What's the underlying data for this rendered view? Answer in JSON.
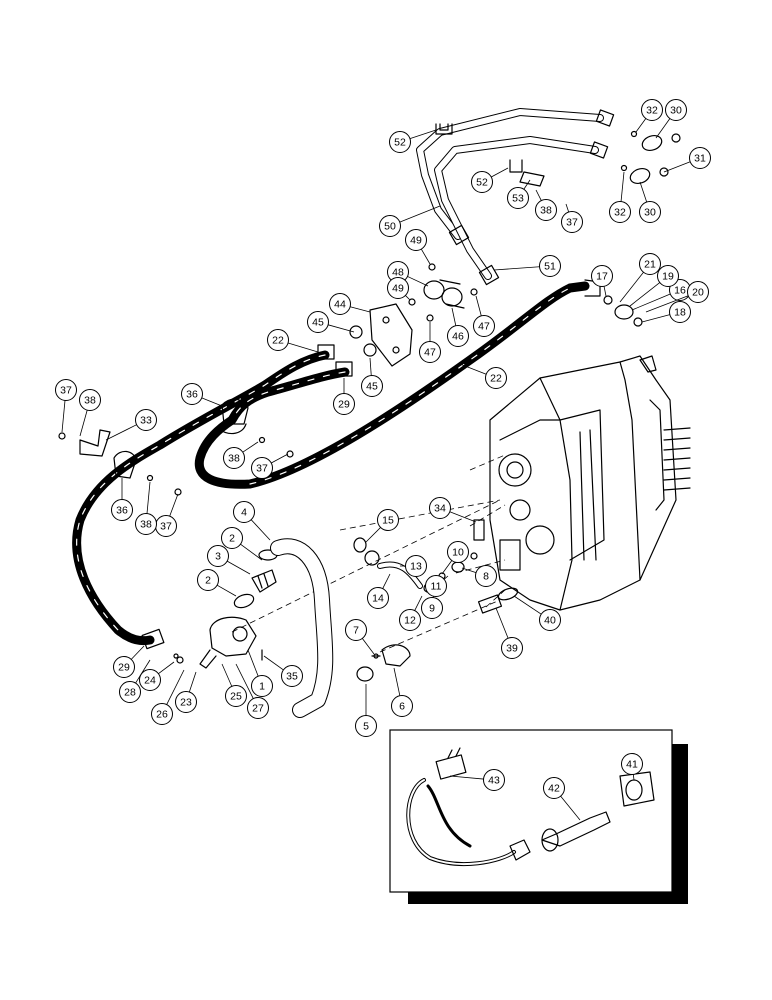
{
  "callouts": [
    {
      "id": "c-1",
      "label": "1"
    },
    {
      "id": "c-2a",
      "label": "2"
    },
    {
      "id": "c-2b",
      "label": "2"
    },
    {
      "id": "c-3",
      "label": "3"
    },
    {
      "id": "c-4",
      "label": "4"
    },
    {
      "id": "c-5",
      "label": "5"
    },
    {
      "id": "c-6",
      "label": "6"
    },
    {
      "id": "c-7",
      "label": "7"
    },
    {
      "id": "c-8",
      "label": "8"
    },
    {
      "id": "c-9",
      "label": "9"
    },
    {
      "id": "c-10",
      "label": "10"
    },
    {
      "id": "c-11",
      "label": "11"
    },
    {
      "id": "c-12",
      "label": "12"
    },
    {
      "id": "c-13",
      "label": "13"
    },
    {
      "id": "c-14",
      "label": "14"
    },
    {
      "id": "c-15",
      "label": "15"
    },
    {
      "id": "c-16",
      "label": "16"
    },
    {
      "id": "c-17",
      "label": "17"
    },
    {
      "id": "c-18",
      "label": "18"
    },
    {
      "id": "c-19",
      "label": "19"
    },
    {
      "id": "c-20",
      "label": "20"
    },
    {
      "id": "c-21",
      "label": "21"
    },
    {
      "id": "c-22a",
      "label": "22"
    },
    {
      "id": "c-22b",
      "label": "22"
    },
    {
      "id": "c-23",
      "label": "23"
    },
    {
      "id": "c-24",
      "label": "24"
    },
    {
      "id": "c-25",
      "label": "25"
    },
    {
      "id": "c-26",
      "label": "26"
    },
    {
      "id": "c-27",
      "label": "27"
    },
    {
      "id": "c-28",
      "label": "28"
    },
    {
      "id": "c-29a",
      "label": "29"
    },
    {
      "id": "c-29b",
      "label": "29"
    },
    {
      "id": "c-30a",
      "label": "30"
    },
    {
      "id": "c-30b",
      "label": "30"
    },
    {
      "id": "c-31",
      "label": "31"
    },
    {
      "id": "c-32a",
      "label": "32"
    },
    {
      "id": "c-32b",
      "label": "32"
    },
    {
      "id": "c-33",
      "label": "33"
    },
    {
      "id": "c-34",
      "label": "34"
    },
    {
      "id": "c-35",
      "label": "35"
    },
    {
      "id": "c-36a",
      "label": "36"
    },
    {
      "id": "c-36b",
      "label": "36"
    },
    {
      "id": "c-37a",
      "label": "37"
    },
    {
      "id": "c-37b",
      "label": "37"
    },
    {
      "id": "c-37c",
      "label": "37"
    },
    {
      "id": "c-37d",
      "label": "37"
    },
    {
      "id": "c-38a",
      "label": "38"
    },
    {
      "id": "c-38b",
      "label": "38"
    },
    {
      "id": "c-38c",
      "label": "38"
    },
    {
      "id": "c-38d",
      "label": "38"
    },
    {
      "id": "c-39",
      "label": "39"
    },
    {
      "id": "c-40",
      "label": "40"
    },
    {
      "id": "c-41",
      "label": "41"
    },
    {
      "id": "c-42",
      "label": "42"
    },
    {
      "id": "c-43",
      "label": "43"
    },
    {
      "id": "c-44",
      "label": "44"
    },
    {
      "id": "c-45a",
      "label": "45"
    },
    {
      "id": "c-45b",
      "label": "45"
    },
    {
      "id": "c-46",
      "label": "46"
    },
    {
      "id": "c-47a",
      "label": "47"
    },
    {
      "id": "c-47b",
      "label": "47"
    },
    {
      "id": "c-48",
      "label": "48"
    },
    {
      "id": "c-49a",
      "label": "49"
    },
    {
      "id": "c-49b",
      "label": "49"
    },
    {
      "id": "c-50",
      "label": "50"
    },
    {
      "id": "c-51",
      "label": "51"
    },
    {
      "id": "c-52a",
      "label": "52"
    },
    {
      "id": "c-52b",
      "label": "52"
    },
    {
      "id": "c-53",
      "label": "53"
    }
  ]
}
